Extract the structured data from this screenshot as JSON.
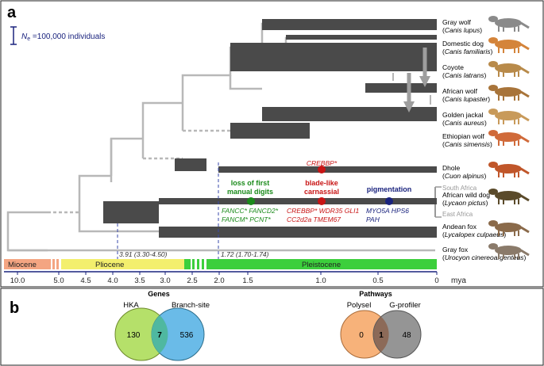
{
  "panel_a": {
    "label": "a",
    "scale_bar": {
      "symbol": "N",
      "subscript": "e",
      "text": " =100,000 individuals"
    },
    "species": [
      {
        "common": "Gray wolf",
        "latin": "Canis lupus"
      },
      {
        "common": "Domestic dog",
        "latin": "Canis familiaris"
      },
      {
        "common": "Coyote",
        "latin": "Canis latrans"
      },
      {
        "common": "African wolf",
        "latin": "Canis lupaster"
      },
      {
        "common": "Golden jackal",
        "latin": "Canis aureus"
      },
      {
        "common": "Ethiopian wolf",
        "latin": "Canis simensis"
      },
      {
        "common": "Dhole",
        "latin": "Cuon alpinus"
      },
      {
        "common": "African wild dog",
        "latin": "Lycaon pictus"
      },
      {
        "common": "Andean fox",
        "latin": "Lycalopex culpaeus"
      },
      {
        "common": "Gray fox",
        "latin": "Urocyon cinereoargenteus"
      }
    ],
    "subpopulations": [
      "South Africa",
      "East Africa"
    ],
    "divergence_labels": [
      "3.91 (3.30-4.50)",
      "1.72 (1.70-1.74)"
    ],
    "traits": [
      {
        "title_line1": "loss of first",
        "title_line2": "manual digits",
        "color": "#1a8a1a",
        "genes_line1": "FANCC* FANCD2*",
        "genes_line2": "FANCM* PCNT*"
      },
      {
        "title_line1": "blade-like",
        "title_line2": "carnassial",
        "color": "#c81414",
        "genes_line1": "CREBBP* WDR35 GLI1",
        "genes_line2": "CC2d2a   TMEM67"
      },
      {
        "title_line1": "pigmentation",
        "title_line2": "",
        "color": "#1a237e",
        "genes_line1": "MYO5A  HPS6",
        "genes_line2": "PAH"
      }
    ],
    "dhole_gene": "CREBBP*",
    "epochs": [
      {
        "name": "Miocene",
        "color": "#f4a582"
      },
      {
        "name": "Pliocene",
        "color": "#f3ef6d"
      },
      {
        "name": "Pleistocene",
        "color": "#3ccf3c"
      }
    ],
    "axis_ticks": [
      "10.0",
      "5.0",
      "4.5",
      "4.0",
      "3.5",
      "3.0",
      "2.5",
      "2.0",
      "1.5",
      "1.0",
      "0.5",
      "0"
    ],
    "axis_unit": "mya"
  },
  "panel_b": {
    "label": "b",
    "genes": {
      "title": "Genes",
      "left": "HKA",
      "right": "Branch-site",
      "left_only": "130",
      "both": "7",
      "right_only": "536",
      "left_color": "#b5e06a",
      "right_color": "#5ab4e6"
    },
    "pathways": {
      "title": "Pathways",
      "left": "Polysel",
      "right": "G-profiler",
      "left_only": "0",
      "both": "1",
      "right_only": "48",
      "left_color": "#f7b27a",
      "right_color": "#8a8a8a"
    }
  }
}
